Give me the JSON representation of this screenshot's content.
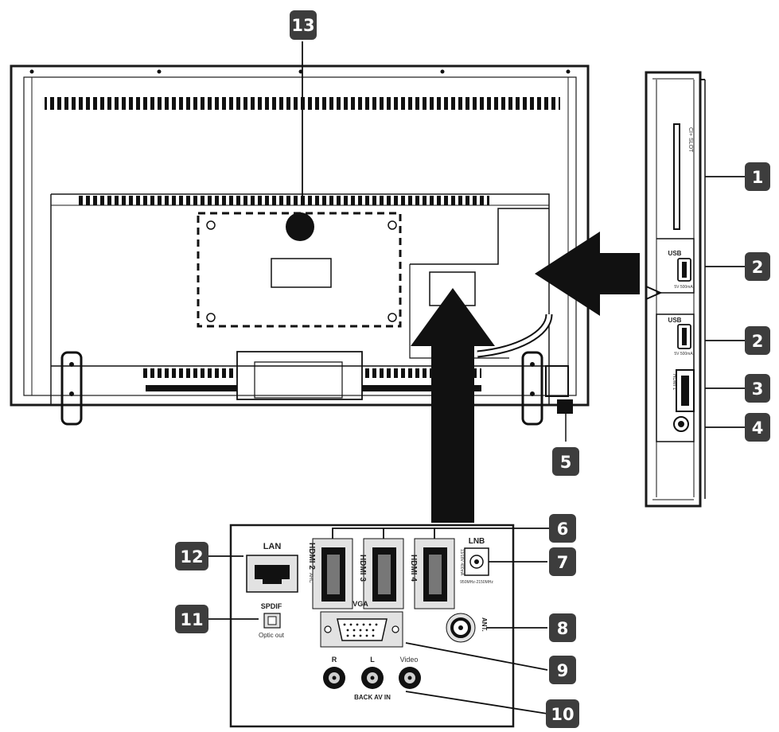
{
  "callouts": {
    "n1": "1",
    "n2a": "2",
    "n2b": "2",
    "n3": "3",
    "n4": "4",
    "n5": "5",
    "n6": "6",
    "n7": "7",
    "n8": "8",
    "n9": "9",
    "n10": "10",
    "n11": "11",
    "n12": "12",
    "n13": "13"
  },
  "panel": {
    "lan": "LAN",
    "hdmi2": "HDMI 2",
    "hdmi2_sub": "ARC",
    "hdmi3": "HDMI 3",
    "hdmi4": "HDMI 4",
    "lnb": "LNB",
    "lnb_sub1": "13/18V 400mA",
    "lnb_sub2": "950MHz-2150MHz",
    "spdif": "SPDIF",
    "optic_out": "Optic out",
    "vga": "VGA",
    "ant": "ANT.",
    "r": "R",
    "l": "L",
    "video": "Video",
    "back_av_in": "BACK AV IN"
  },
  "side": {
    "usb1": "USB",
    "usb1_sub": "5V 500mA",
    "usb2": "USB",
    "usb2_sub": "5V 500mA",
    "hdmi1": "HDMI 1",
    "ci_label": "CI+ SLOT"
  },
  "colors": {
    "badge": "#3d3d3d",
    "line": "#1a1a1a",
    "port_bg": "#e2e2e2"
  }
}
